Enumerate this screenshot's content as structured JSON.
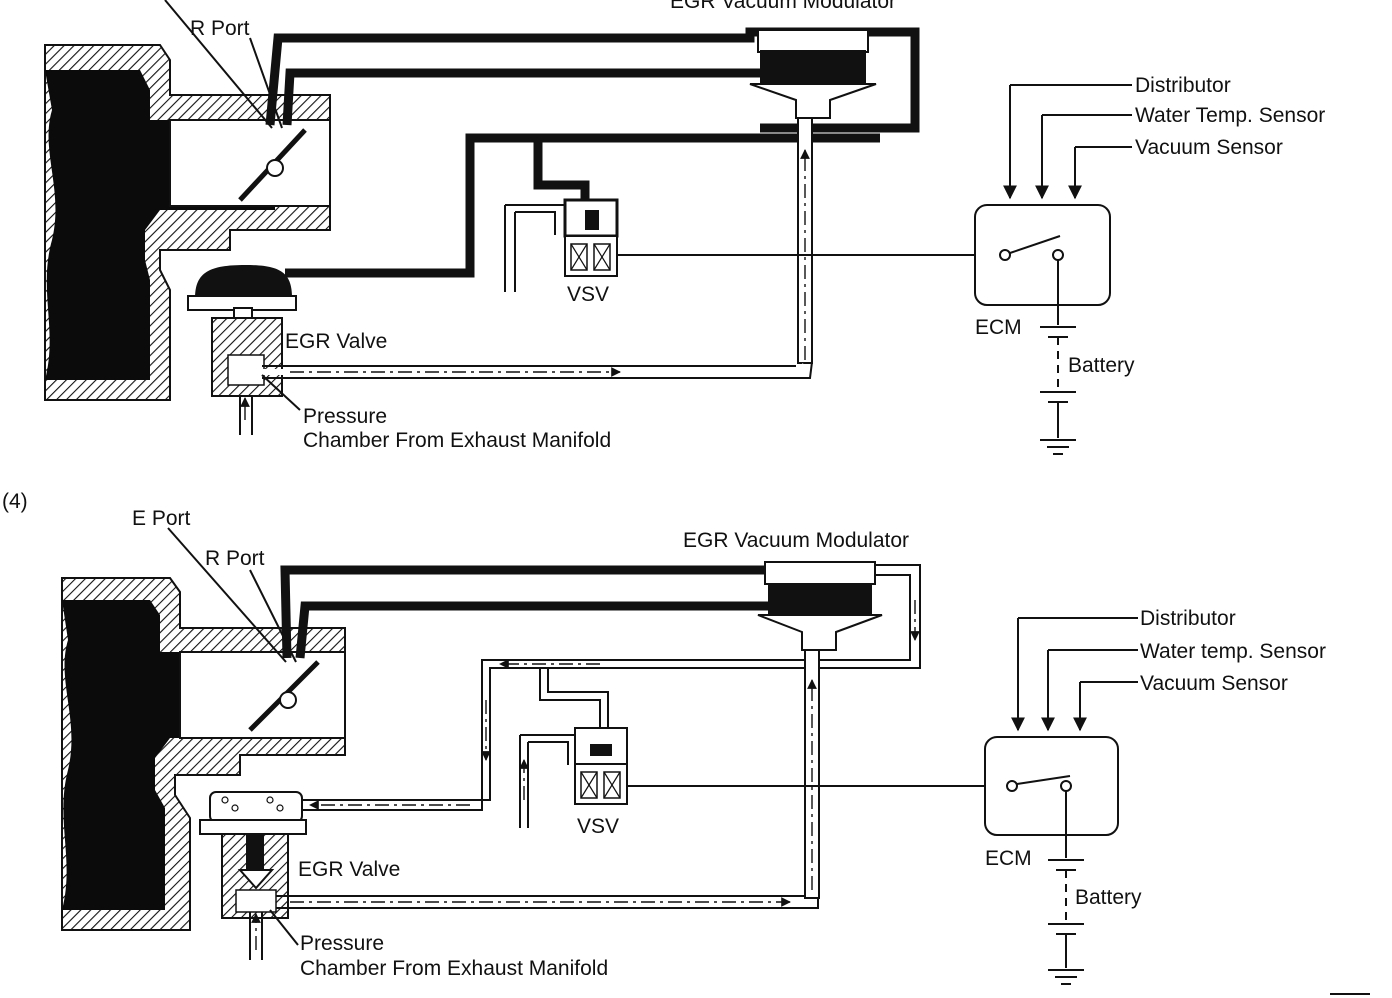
{
  "colors": {
    "ink": "#111111",
    "paper": "#ffffff"
  },
  "panels": [
    {
      "r_port": "R Port",
      "modulator": "EGR Vacuum Modulator",
      "distributor": "Distributor",
      "water_temp": "Water Temp. Sensor",
      "vacuum_sensor": "Vacuum Sensor",
      "vsv": "VSV",
      "egr_valve": "EGR Valve",
      "ecm": "ECM",
      "battery": "Battery",
      "pressure": "Pressure",
      "chamber": "Chamber From Exhaust Manifold"
    },
    {
      "step": "(4)",
      "e_port": "E Port",
      "r_port": "R Port",
      "modulator": "EGR Vacuum Modulator",
      "distributor": "Distributor",
      "water_temp": "Water temp. Sensor",
      "vacuum_sensor": "Vacuum Sensor",
      "vsv": "VSV",
      "egr_valve": "EGR Valve",
      "ecm": "ECM",
      "battery": "Battery",
      "pressure": "Pressure",
      "chamber": "Chamber From Exhaust Manifold"
    }
  ]
}
